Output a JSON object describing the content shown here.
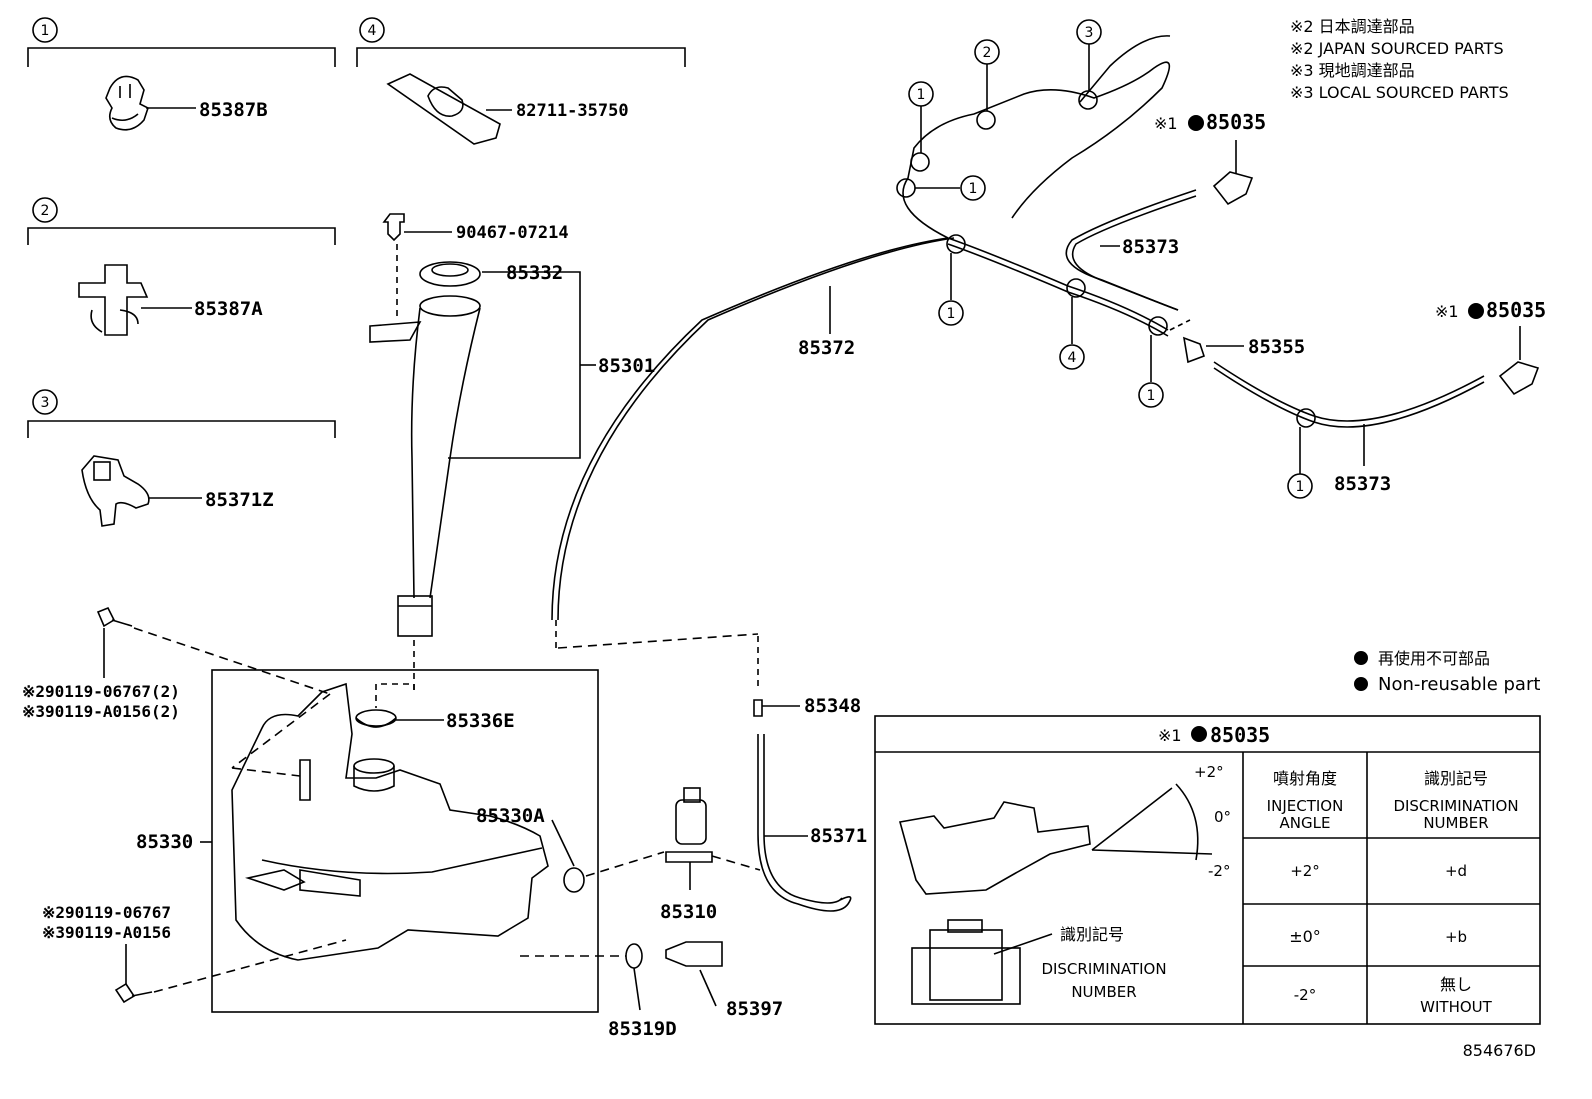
{
  "notes": {
    "jp_line1": "※2 日本調達部品",
    "en_line1": "※2 JAPAN SOURCED PARTS",
    "jp_line2": "※3 現地調達部品",
    "en_line2": "※3 LOCAL SOURCED PARTS"
  },
  "legend": {
    "jp": "再使用不可部品",
    "en": "Non-reusable part"
  },
  "clip_groups": [
    {
      "num": "1",
      "part": "85387B"
    },
    {
      "num": "2",
      "part": "85387A"
    },
    {
      "num": "3",
      "part": "85371Z"
    },
    {
      "num": "4",
      "part": "82711-35750"
    }
  ],
  "parts": {
    "p90467": "90467-07214",
    "p85332": "85332",
    "p85301": "85301",
    "p85372": "85372",
    "p85373a": "85373",
    "p85373b": "85373",
    "p85355": "85355",
    "p85035a": "85035",
    "p85035b": "85035",
    "p85348": "85348",
    "p85371": "85371",
    "p85336e": "85336E",
    "p85330a": "85330A",
    "p85330": "85330",
    "p85310": "85310",
    "p85319d": "85319D",
    "p85397": "85397",
    "bolt1_a": "※290119-06767(2)",
    "bolt1_b": "※390119-A0156(2)",
    "bolt2_a": "※290119-06767",
    "bolt2_b": "※390119-A0156"
  },
  "prefix_85035": "※1",
  "callouts": {
    "c1a": "1",
    "c1b": "1",
    "c1c": "1",
    "c1d": "1",
    "c1e": "1",
    "c2": "2",
    "c3": "3",
    "c4": "4"
  },
  "table": {
    "title_prefix": "※1",
    "title_part": "85035",
    "angle_pos": "+2°",
    "angle_zero": "0°",
    "angle_neg": "-2°",
    "disc_label_jp": "識別記号",
    "disc_label_en1": "DISCRIMINATION",
    "disc_label_en2": "NUMBER",
    "col1_jp": "噴射角度",
    "col1_en1": "INJECTION",
    "col1_en2": "ANGLE",
    "col2_jp": "識別記号",
    "col2_en1": "DISCRIMINATION",
    "col2_en2": "NUMBER",
    "rows": [
      {
        "angle": "+2°",
        "code": "+d",
        "code2": ""
      },
      {
        "angle": "±0°",
        "code": "+b",
        "code2": ""
      },
      {
        "angle": "-2°",
        "code": "無し",
        "code2": "WITHOUT"
      }
    ]
  },
  "diagram_id": "854676D"
}
